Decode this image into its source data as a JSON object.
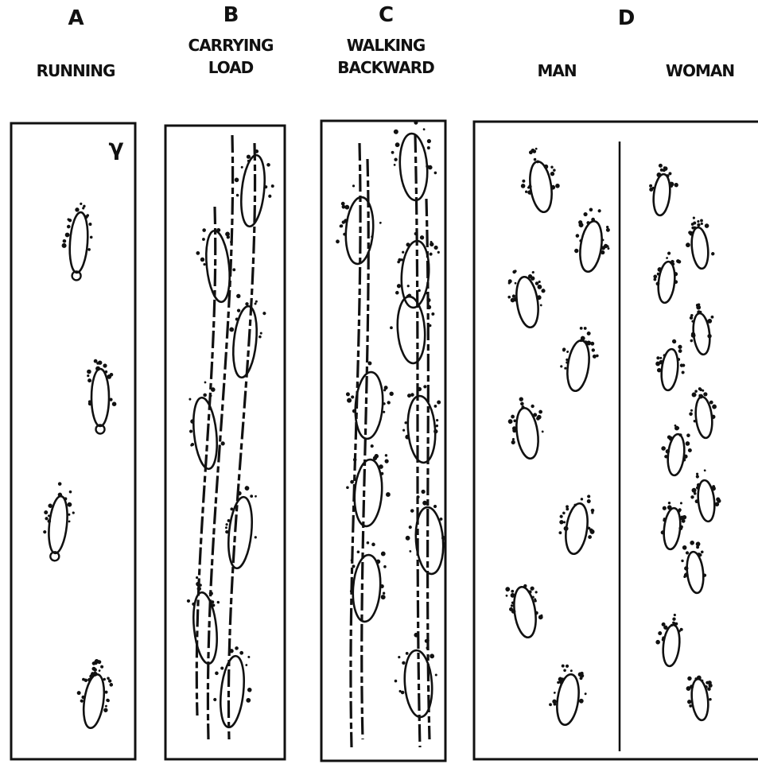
{
  "panels": [
    {
      "id": "A",
      "letter": "A",
      "caption": [
        "RUNNING"
      ]
    },
    {
      "id": "B",
      "letter": "B",
      "caption": [
        "CARRYING",
        "LOAD"
      ]
    },
    {
      "id": "C",
      "letter": "C",
      "caption": [
        "WALKING",
        "BACKWARD"
      ]
    },
    {
      "id": "D",
      "letter": "D",
      "subcaptions": [
        "MAN",
        "WOMAN"
      ]
    }
  ],
  "colors": {
    "ink": "#111111",
    "background": "#ffffff"
  }
}
